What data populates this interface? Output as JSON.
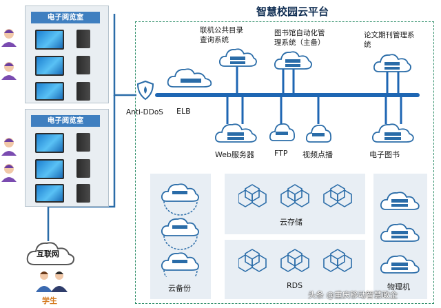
{
  "title": "智慧校园云平台",
  "rooms": [
    {
      "label": "电子阅览室"
    },
    {
      "label": "电子阅览室"
    }
  ],
  "internet_label": "互联网",
  "students_label": "学生",
  "antiddos_label": "Anti-DDoS",
  "elb_label": "ELB",
  "top_services": [
    {
      "label": "联机公共目录\n查询系统"
    },
    {
      "label": "图书馆自动化管\n理系统（主备）"
    },
    {
      "label": "论文期刊管理系\n统"
    }
  ],
  "bottom_services": [
    {
      "label": "Web服务器"
    },
    {
      "label": "FTP"
    },
    {
      "label": "视频点播"
    },
    {
      "label": "电子图书"
    }
  ],
  "panels": {
    "backup": "云备份",
    "storage": "云存储",
    "rds": "RDS",
    "physical": "物理机"
  },
  "watermark": "头条 @重庆移动智慧政企",
  "colors": {
    "bus": "#1e66b3",
    "link": "#2a6ca8",
    "frame": "#2f8f6a",
    "room_header": "#3f7fc0"
  }
}
